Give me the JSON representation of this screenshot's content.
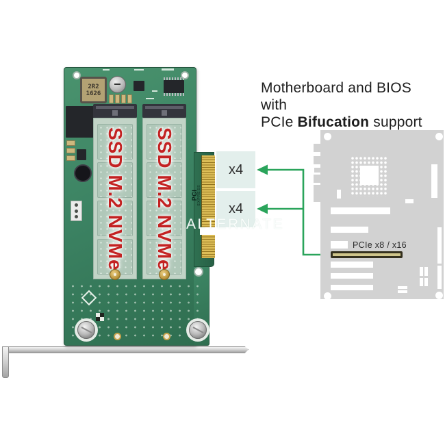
{
  "header": {
    "line1": "Motherboard and BIOS with",
    "line2_prefix": "PCIe ",
    "line2_bold": "Bifucation",
    "line2_suffix": " support"
  },
  "card": {
    "ssd_modules": [
      {
        "label": "SSD M.2 NVMe"
      },
      {
        "label": "SSD M.2 NVMe"
      }
    ],
    "inductor": {
      "line1": "2R2",
      "line2": "1626"
    },
    "pci_logo": {
      "line1": "PCI",
      "line2": "EXPRESS"
    }
  },
  "lanes": [
    {
      "label": "x4"
    },
    {
      "label": "x4"
    }
  ],
  "motherboard": {
    "slot_label": "PCIe x8 / x16"
  },
  "watermark": {
    "text": "ALTERNATE"
  },
  "colors": {
    "pcb_green": "#3c8363",
    "ssd_pale_green": "#c2d4c7",
    "ssd_text_red": "#c32222",
    "gold_fingers": "#dcbd57",
    "arrow_green": "#2aa45b",
    "lane_box_blue": "#e3efec",
    "motherboard_gray": "#d2d2d2",
    "bracket_silver": "#d7d7d7",
    "header_text": "#1d1d1d"
  }
}
